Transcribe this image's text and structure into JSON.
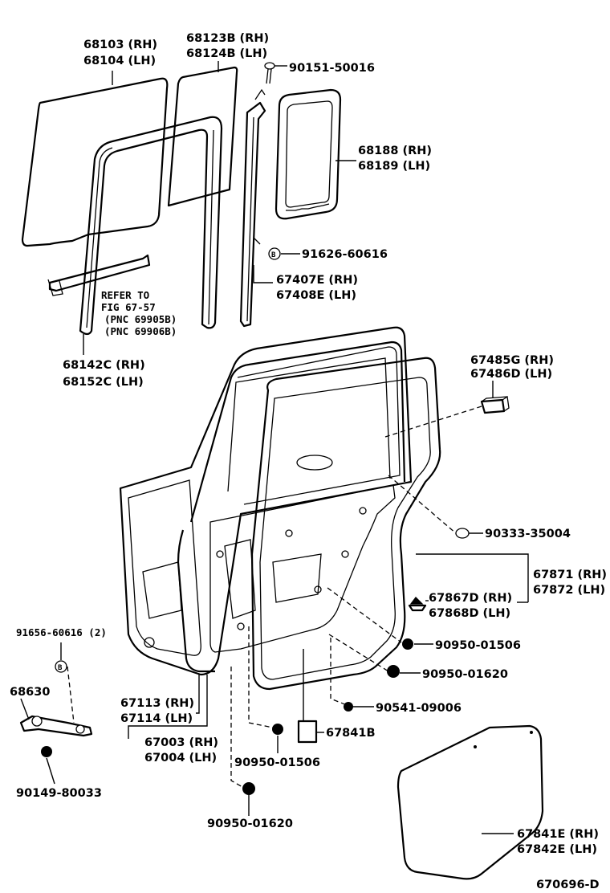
{
  "labels": {
    "glass": {
      "l1": "68103 (RH)",
      "l2": "68104 (LH)"
    },
    "quarter_glass": {
      "l1": "68123B (RH)",
      "l2": "68124B (LH)"
    },
    "screw_top": "90151-50016",
    "quarter_weatherstrip": {
      "l1": "68188 (RH)",
      "l2": "68189 (LH)"
    },
    "clip_b": "91626-60616",
    "channel": {
      "l1": "67407E (RH)",
      "l2": "67408E (LH)"
    },
    "refer": {
      "l1": "REFER TO",
      "l2": "FIG 67-57",
      "l3": "(PNC 69905B)",
      "l4": "(PNC 69906B)"
    },
    "run_channel": {
      "l1": "68142C (RH)",
      "l2": "68152C (LH)"
    },
    "seal_pad": {
      "l1": "67485G (RH)",
      "l2": "67486D (LH)"
    },
    "plug": "90333-35004",
    "door_weatherstrip": {
      "l1": "67871 (RH)",
      "l2": "67872 (LH)"
    },
    "clip_push": {
      "l1": "67867D (RH)",
      "l2": "67868D (LH)"
    },
    "hole_plug_1506a": "90950-01506",
    "hole_plug_1620a": "90950-01620",
    "grommet": "90541-09006",
    "cover_small": "67841B",
    "hole_plug_1506b": "90950-01506",
    "hole_plug_1620b": "90950-01620",
    "panel": {
      "l1": "67113 (RH)",
      "l2": "67114 (LH)"
    },
    "door": {
      "l1": "67003 (RH)",
      "l2": "67004 (LH)"
    },
    "check_bolt_clip": "91656-60616 (2)",
    "door_check": "68630",
    "bolt": "90149-80033",
    "service_cover": {
      "l1": "67841E (RH)",
      "l2": "67842E (LH)"
    },
    "figure_id": "670696-D"
  }
}
